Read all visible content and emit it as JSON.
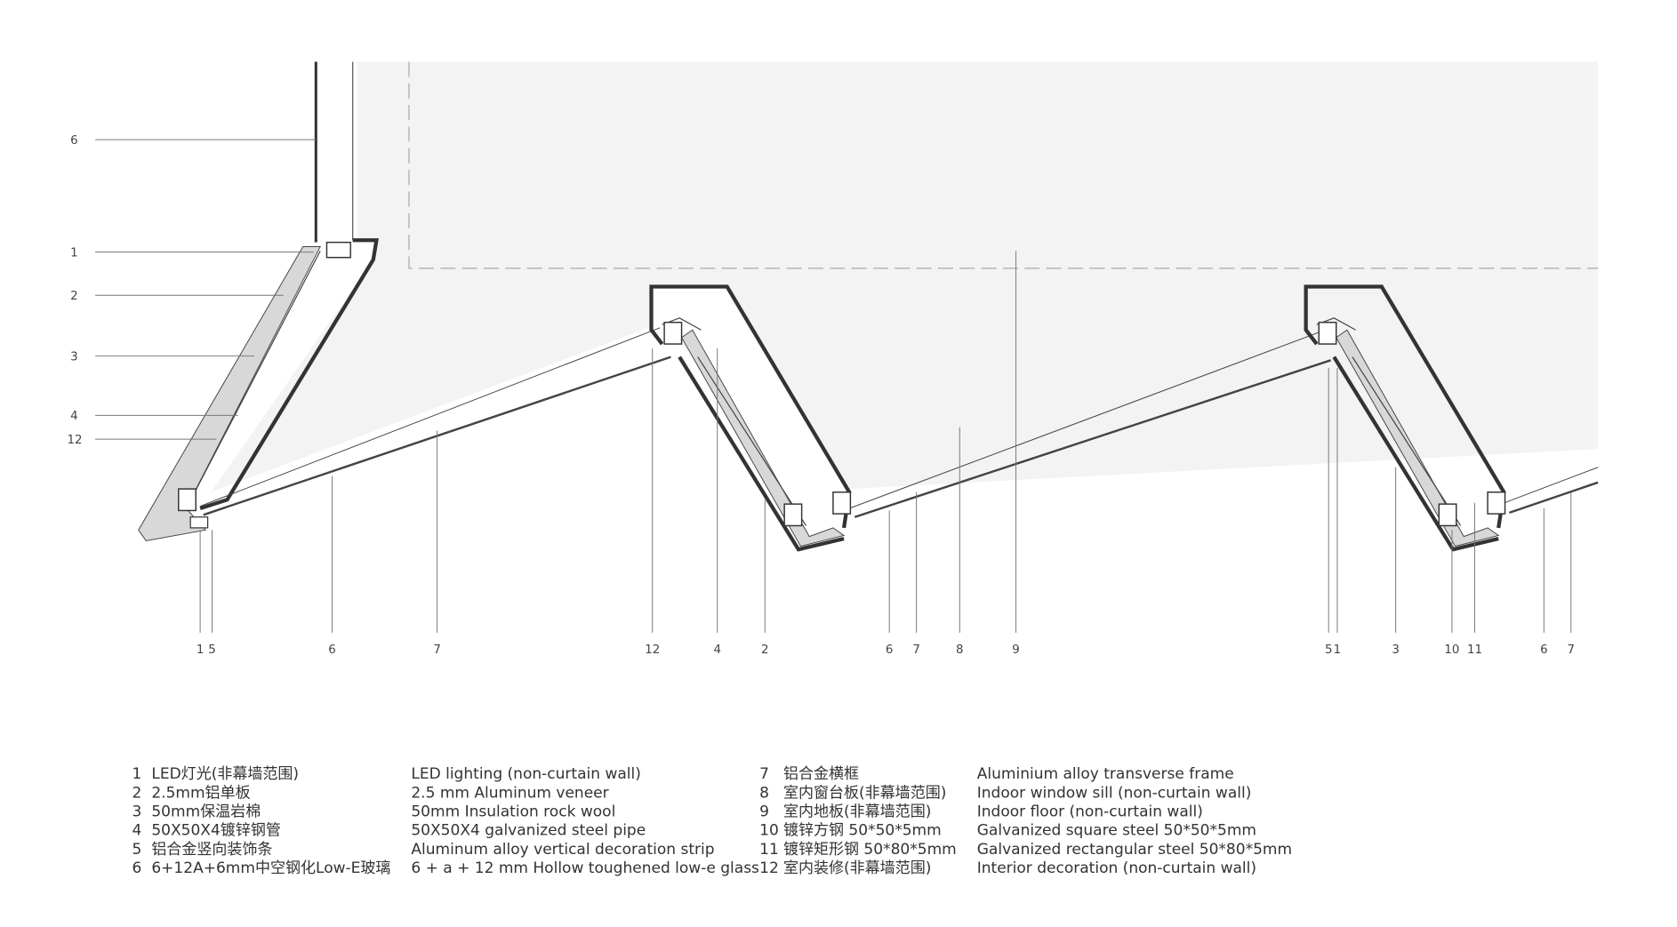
{
  "callouts": {
    "left": [
      "6",
      "1",
      "2",
      "3",
      "4",
      "12"
    ],
    "bottom": [
      "1",
      "5",
      "6",
      "7",
      "12",
      "4",
      "2",
      "6",
      "7",
      "8",
      "9",
      "5",
      "1",
      "3",
      "10",
      "11",
      "6",
      "7"
    ]
  },
  "legend": [
    {
      "num": "1",
      "cn": "LED灯光(非幕墙范围)",
      "en": "LED lighting (non-curtain wall)"
    },
    {
      "num": "2",
      "cn": "2.5mm铝单板",
      "en": "2.5 mm Aluminum veneer"
    },
    {
      "num": "3",
      "cn": "50mm保温岩棉",
      "en": "50mm Insulation rock wool"
    },
    {
      "num": "4",
      "cn": "50X50X4镀锌钢管",
      "en": "50X50X4 galvanized steel pipe"
    },
    {
      "num": "5",
      "cn": "铝合金竖向装饰条",
      "en": "Aluminum alloy vertical decoration strip"
    },
    {
      "num": "6",
      "cn": "6+12A+6mm中空钢化Low-E玻璃",
      "en": "6 + a + 12 mm Hollow toughened low-e glass"
    },
    {
      "num": "7",
      "cn": "铝合金横框",
      "en": "Aluminium alloy transverse frame"
    },
    {
      "num": "8",
      "cn": "室内窗台板(非幕墙范围)",
      "en": "Indoor window sill (non-curtain wall)"
    },
    {
      "num": "9",
      "cn": "室内地板(非幕墙范围)",
      "en": "Indoor floor (non-curtain wall)"
    },
    {
      "num": "10",
      "cn": "镀锌方钢 50*50*5mm",
      "en": "Galvanized square steel 50*50*5mm"
    },
    {
      "num": "11",
      "cn": "镀锌矩形钢 50*80*5mm",
      "en": "Galvanized rectangular steel 50*80*5mm"
    },
    {
      "num": "12",
      "cn": "室内装修(非幕墙范围)",
      "en": "Interior decoration (non-curtain wall)"
    }
  ]
}
